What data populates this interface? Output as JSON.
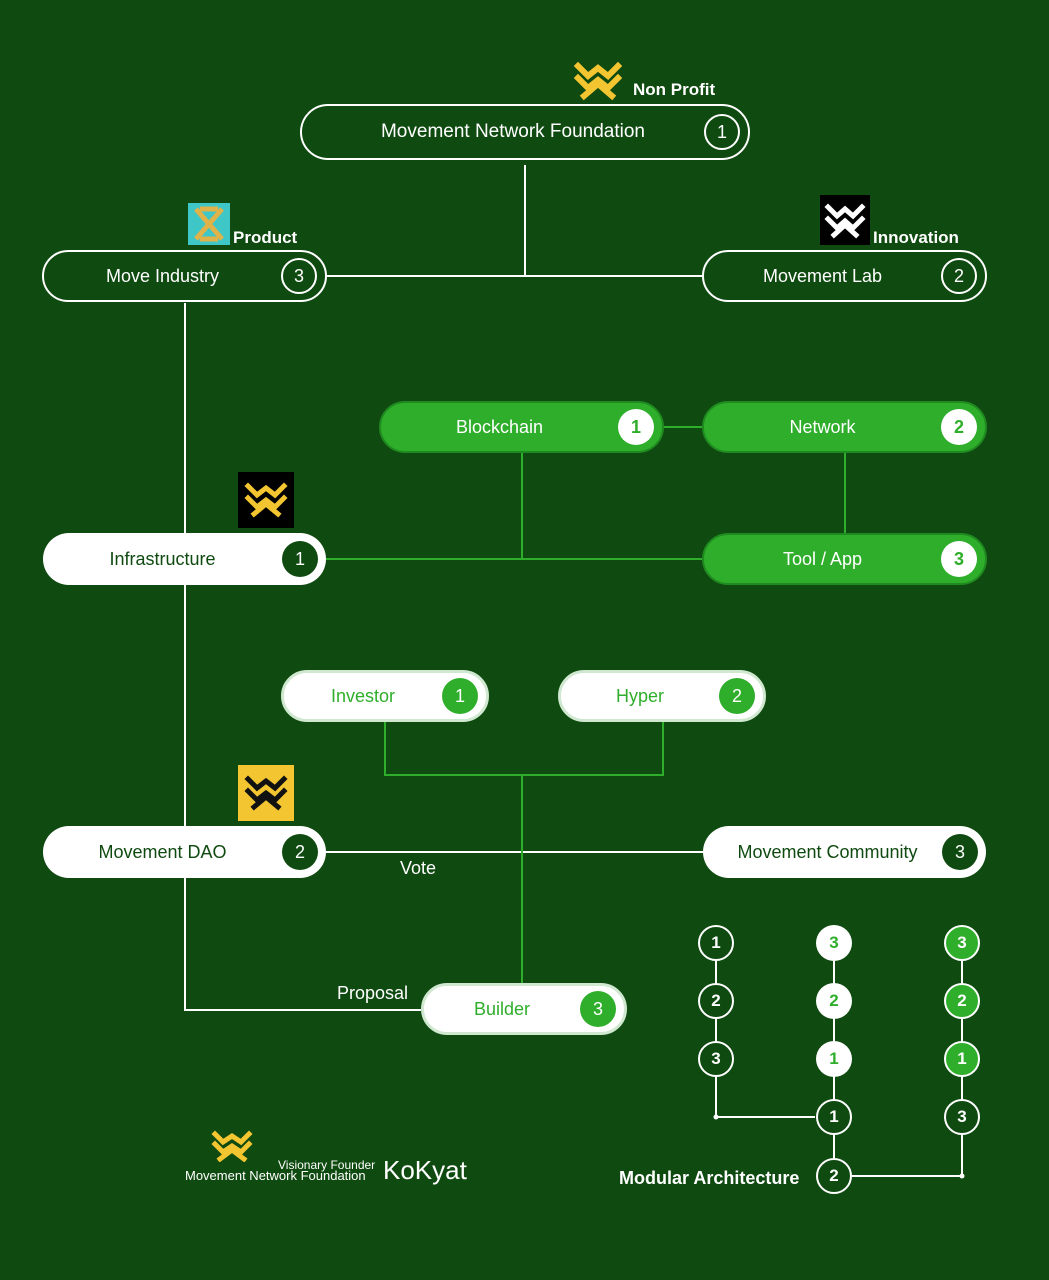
{
  "nodes": {
    "foundation": {
      "label": "Movement Network Foundation",
      "number": "1",
      "tag": "Non Profit"
    },
    "move_industry": {
      "label": "Move Industry",
      "number": "3",
      "tag": "Product"
    },
    "movement_lab": {
      "label": "Movement Lab",
      "number": "2",
      "tag": "Innovation"
    },
    "blockchain": {
      "label": "Blockchain",
      "number": "1"
    },
    "network": {
      "label": "Network",
      "number": "2"
    },
    "infrastructure": {
      "label": "Infrastructure",
      "number": "1"
    },
    "tool_app": {
      "label": "Tool / App",
      "number": "3"
    },
    "investor": {
      "label": "Investor",
      "number": "1"
    },
    "hyper": {
      "label": "Hyper",
      "number": "2"
    },
    "movement_dao": {
      "label": "Movement DAO",
      "number": "2"
    },
    "movement_community": {
      "label": "Movement Community",
      "number": "3"
    },
    "builder": {
      "label": "Builder",
      "number": "3"
    }
  },
  "edge_labels": {
    "vote": "Vote",
    "proposal": "Proposal"
  },
  "modular": {
    "title": "Modular Architecture",
    "col1": [
      "1",
      "2",
      "3"
    ],
    "col2": [
      "3",
      "2",
      "1"
    ],
    "col3": [
      "3",
      "2",
      "1",
      "3"
    ],
    "join_top": "1",
    "join_bottom": "2"
  },
  "credit": {
    "role": "Visionary Founder",
    "org": "Movement Network Foundation",
    "name": "KoKyat"
  },
  "colors": {
    "background": "#0f4a10",
    "accent_green": "#2fae2b",
    "logo_yellow": "#f2c531",
    "white": "#ffffff"
  },
  "icons": {
    "foundation_logo": "movement-logo-icon",
    "product_logo": "move-industry-logo-icon",
    "innovation_logo": "movement-lab-logo-icon",
    "infrastructure_logo": "movement-logo-icon",
    "dao_logo": "movement-dao-logo-icon",
    "credit_logo": "movement-logo-icon"
  }
}
